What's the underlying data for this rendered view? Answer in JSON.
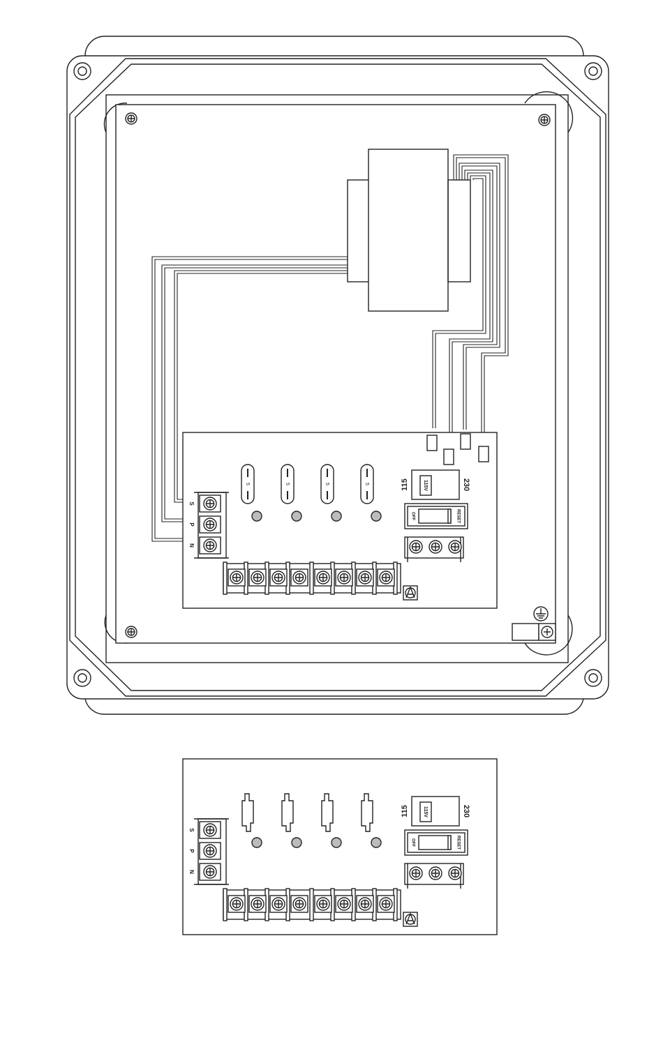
{
  "labels": {
    "terminal_s": "S",
    "terminal_p": "P",
    "terminal_n": "N",
    "voltage_low": "115",
    "voltage_high": "230",
    "selector_value": "115V",
    "breaker_off": "OFF",
    "breaker_reset": "RESET",
    "fuse_rating": "5"
  },
  "colors": {
    "line": "#222222",
    "indicator": "#bcbcbc",
    "background": "#ffffff"
  },
  "counts": {
    "fuses": 4,
    "control_terminals": 8,
    "power_terminals": 3,
    "aux_terminals": 3
  }
}
